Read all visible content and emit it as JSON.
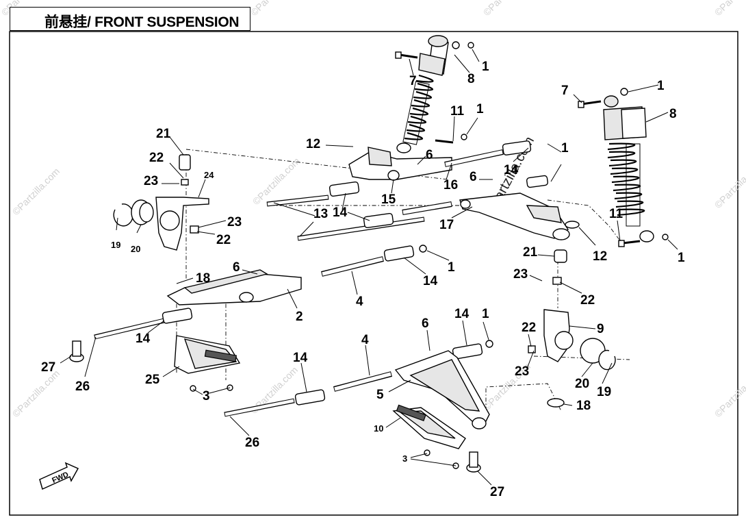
{
  "title": "前悬挂/ FRONT SUSPENSION",
  "watermark": "©Partzilla.com",
  "fwd_label": "FWD",
  "colors": {
    "line": "#000000",
    "background": "#ffffff",
    "watermark": "#d0d0d0"
  },
  "callouts": [
    {
      "id": "c-1a",
      "label": "1"
    },
    {
      "id": "c-8a",
      "label": "8"
    },
    {
      "id": "c-7a",
      "label": "7"
    },
    {
      "id": "c-1b",
      "label": "1"
    },
    {
      "id": "c-7b",
      "label": "7"
    },
    {
      "id": "c-8b",
      "label": "8"
    },
    {
      "id": "c-11a",
      "label": "11"
    },
    {
      "id": "c-1c",
      "label": "1"
    },
    {
      "id": "c-21a",
      "label": "21"
    },
    {
      "id": "c-12a",
      "label": "12"
    },
    {
      "id": "c-6a",
      "label": "6"
    },
    {
      "id": "c-1d",
      "label": "1"
    },
    {
      "id": "c-22a",
      "label": "22"
    },
    {
      "id": "c-24",
      "label": "24"
    },
    {
      "id": "c-14a",
      "label": "14"
    },
    {
      "id": "c-23a",
      "label": "23"
    },
    {
      "id": "c-6b",
      "label": "6"
    },
    {
      "id": "c-16",
      "label": "16"
    },
    {
      "id": "c-15",
      "label": "15"
    },
    {
      "id": "c-14b",
      "label": "14"
    },
    {
      "id": "c-13",
      "label": "13"
    },
    {
      "id": "c-23b",
      "label": "23"
    },
    {
      "id": "c-17",
      "label": "17"
    },
    {
      "id": "c-11b",
      "label": "11"
    },
    {
      "id": "c-19a",
      "label": "19"
    },
    {
      "id": "c-20a",
      "label": "20"
    },
    {
      "id": "c-22b",
      "label": "22"
    },
    {
      "id": "c-12b",
      "label": "12"
    },
    {
      "id": "c-1e",
      "label": "1"
    },
    {
      "id": "c-21b",
      "label": "21"
    },
    {
      "id": "c-6c",
      "label": "6"
    },
    {
      "id": "c-1f",
      "label": "1"
    },
    {
      "id": "c-18a",
      "label": "18"
    },
    {
      "id": "c-14c",
      "label": "14"
    },
    {
      "id": "c-23c",
      "label": "23"
    },
    {
      "id": "c-22c",
      "label": "22"
    },
    {
      "id": "c-4a",
      "label": "4"
    },
    {
      "id": "c-2",
      "label": "2"
    },
    {
      "id": "c-14d",
      "label": "14"
    },
    {
      "id": "c-1g",
      "label": "1"
    },
    {
      "id": "c-6d",
      "label": "6"
    },
    {
      "id": "c-9",
      "label": "9"
    },
    {
      "id": "c-22d",
      "label": "22"
    },
    {
      "id": "c-14e",
      "label": "14"
    },
    {
      "id": "c-27a",
      "label": "27"
    },
    {
      "id": "c-4b",
      "label": "4"
    },
    {
      "id": "c-14f",
      "label": "14"
    },
    {
      "id": "c-26a",
      "label": "26"
    },
    {
      "id": "c-25",
      "label": "25"
    },
    {
      "id": "c-23d",
      "label": "23"
    },
    {
      "id": "c-20b",
      "label": "20"
    },
    {
      "id": "c-19b",
      "label": "19"
    },
    {
      "id": "c-3a",
      "label": "3"
    },
    {
      "id": "c-5",
      "label": "5"
    },
    {
      "id": "c-18b",
      "label": "18"
    },
    {
      "id": "c-26b",
      "label": "26"
    },
    {
      "id": "c-10",
      "label": "10"
    },
    {
      "id": "c-3b",
      "label": "3"
    },
    {
      "id": "c-27b",
      "label": "27"
    }
  ]
}
